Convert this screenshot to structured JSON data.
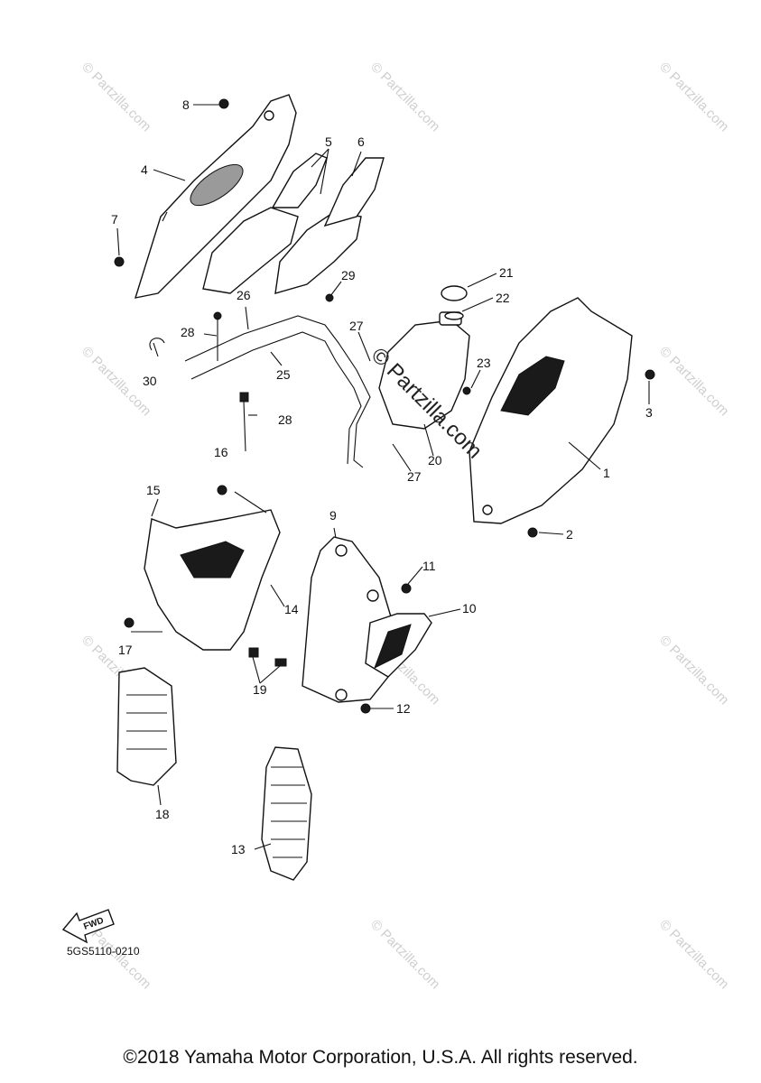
{
  "diagram": {
    "code": "5GS5110-0210",
    "fwd_label": "FWD",
    "watermark": "© Partzilla.com",
    "overlay_watermark": "© Partzilla.com",
    "callouts": [
      "1",
      "2",
      "3",
      "4",
      "5",
      "6",
      "7",
      "8",
      "9",
      "10",
      "11",
      "12",
      "13",
      "14",
      "15",
      "16",
      "17",
      "18",
      "19",
      "20",
      "21",
      "22",
      "23",
      "25",
      "26",
      "27",
      "27",
      "28",
      "28",
      "29",
      "30"
    ]
  },
  "footer": {
    "copyright": "©2018 Yamaha Motor Corporation, U.S.A. All rights reserved."
  }
}
